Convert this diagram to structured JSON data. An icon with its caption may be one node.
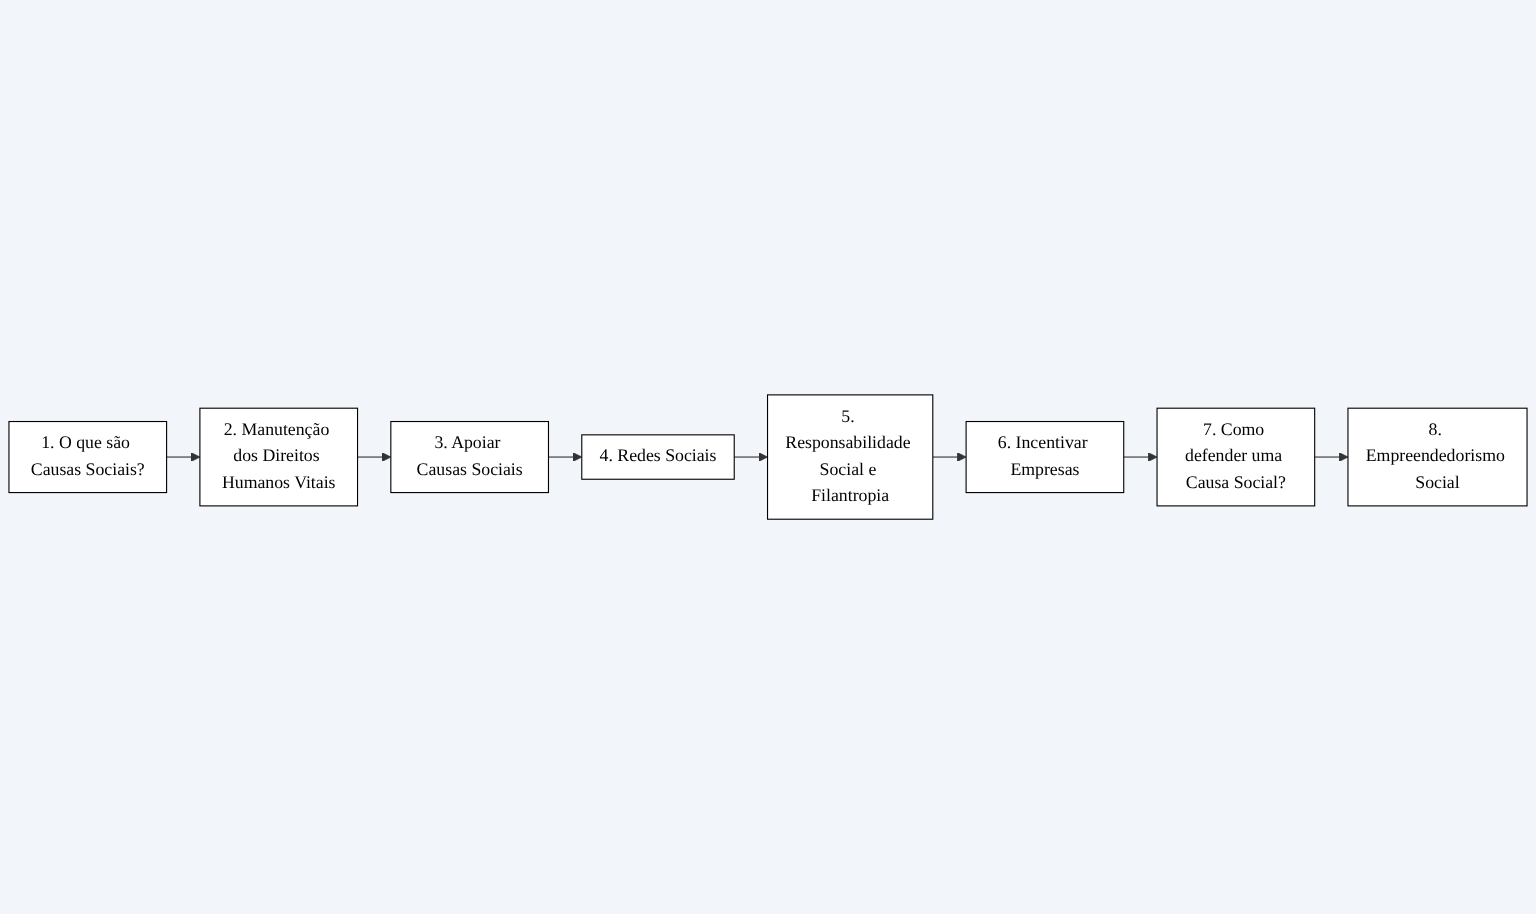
{
  "diagram": {
    "nodes": [
      {
        "text": [
          "1. O que são Causas Sociais?"
        ]
      },
      {
        "text": [
          "2. Manutenção dos Direitos Humanos Vitais"
        ]
      },
      {
        "text": [
          "3. Apoiar Causas Sociais"
        ]
      },
      {
        "text": [
          "4. Redes Sociais"
        ]
      },
      {
        "text": [
          "5. Responsabilidade Social e Filantropia"
        ]
      },
      {
        "text": [
          "6. Incentivar Empresas"
        ]
      },
      {
        "text": [
          "7. Como defender uma Causa Social?"
        ]
      },
      {
        "text": [
          "8. Empreendedorismo Social"
        ]
      }
    ],
    "edges": [
      {
        "from": 0,
        "to": 1,
        "arrow": "to"
      },
      {
        "from": 1,
        "to": 2,
        "arrow": "to"
      },
      {
        "from": 2,
        "to": 3,
        "arrow": "to"
      },
      {
        "from": 3,
        "to": 4,
        "arrow": "to"
      },
      {
        "from": 4,
        "to": 5,
        "arrow": "to"
      },
      {
        "from": 5,
        "to": 6,
        "arrow": "to"
      },
      {
        "from": 6,
        "to": 7,
        "arrow": "to"
      }
    ]
  }
}
